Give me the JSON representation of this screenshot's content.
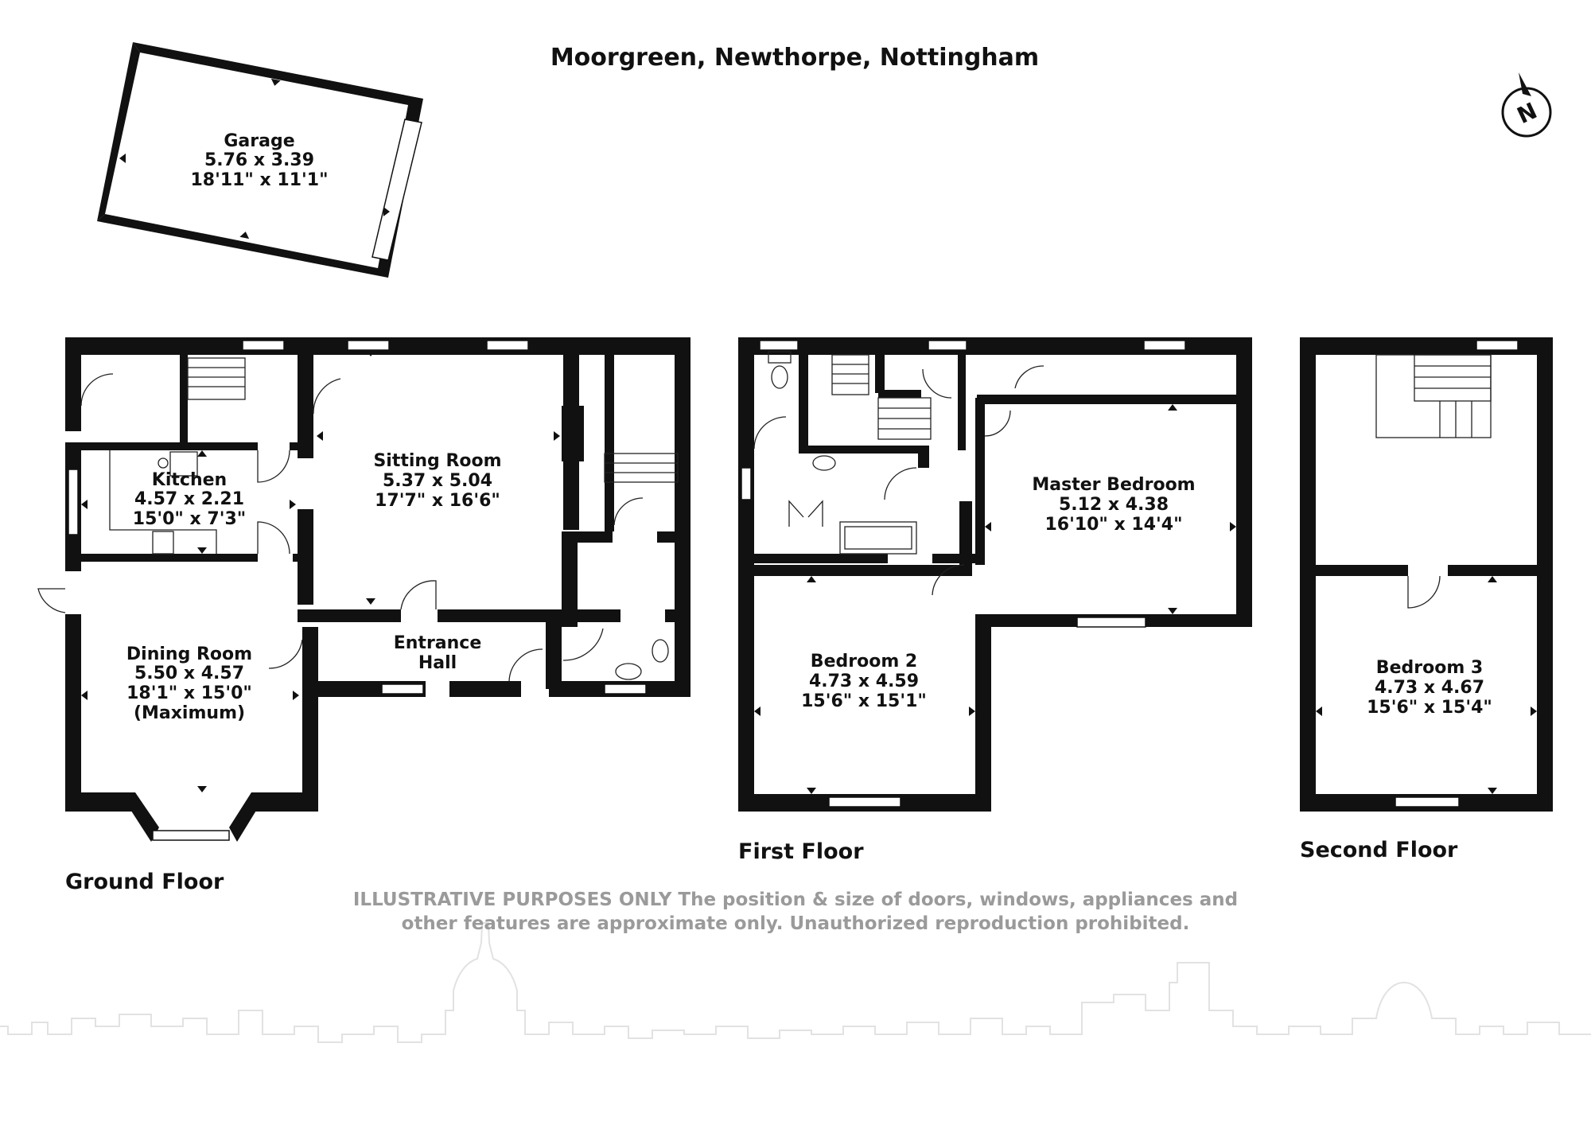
{
  "title": "Moorgreen, Newthorpe, Nottingham",
  "compass_label": "N",
  "floors": {
    "ground": "Ground Floor",
    "first": "First Floor",
    "second": "Second Floor"
  },
  "rooms": {
    "garage": {
      "name": "Garage",
      "metric": "5.76 x 3.39",
      "imperial": "18'11\" x 11'1\""
    },
    "kitchen": {
      "name": "Kitchen",
      "metric": "4.57 x 2.21",
      "imperial": "15'0\" x 7'3\""
    },
    "sitting_room": {
      "name": "Sitting Room",
      "metric": "5.37 x 5.04",
      "imperial": "17'7\" x 16'6\""
    },
    "dining_room": {
      "name": "Dining Room",
      "metric": "5.50 x 4.57",
      "imperial": "18'1\" x 15'0\"",
      "note": "(Maximum)"
    },
    "entrance_hall": {
      "name": "Entrance",
      "name2": "Hall"
    },
    "master_bedroom": {
      "name": "Master Bedroom",
      "metric": "5.12 x 4.38",
      "imperial": "16'10\" x 14'4\""
    },
    "bedroom_2": {
      "name": "Bedroom 2",
      "metric": "4.73 x 4.59",
      "imperial": "15'6\" x 15'1\""
    },
    "bedroom_3": {
      "name": "Bedroom 3",
      "metric": "4.73 x 4.67",
      "imperial": "15'6\" x 15'4\""
    }
  },
  "disclaimer": {
    "line1": "ILLUSTRATIVE PURPOSES ONLY  The position & size of doors, windows, appliances and",
    "line2": "other features are approximate only. Unauthorized reproduction prohibited."
  }
}
